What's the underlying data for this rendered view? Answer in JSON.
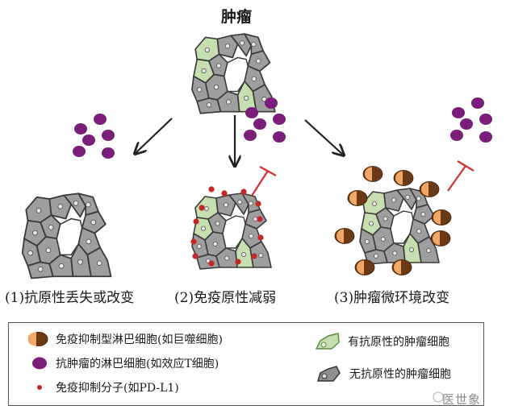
{
  "title": "肿瘤",
  "captions": [
    "(1)抗原性丢失或改变",
    "(2)免疫原性减弱",
    "(3)肿瘤微环境改变"
  ],
  "legend": {
    "items": [
      {
        "icon": "macrophage-icon",
        "label": "免疫抑制型淋巴细胞(如巨噬细胞)"
      },
      {
        "icon": "t-cell-icon",
        "label": "抗肿瘤的淋巴细胞(如效应T细胞)"
      },
      {
        "icon": "pd-l1-dot-icon",
        "label": "免疫抑制分子(如PD-L1)"
      },
      {
        "icon": "antigenic-cell-icon",
        "label": "有抗原性的肿瘤细胞"
      },
      {
        "icon": "non-antigenic-cell-icon",
        "label": "无抗原性的肿瘤细胞"
      }
    ]
  },
  "watermark": "医世象",
  "colors": {
    "gray_cell": "#9e9e9e",
    "green_cell": "#c5dfb0",
    "cell_outline": "#3a3a3a",
    "t_cell": "#7b1e7a",
    "pd_l1": "#c62828",
    "inhibit_line": "#d32f2f",
    "macrophage_dark": "#6b3a14",
    "macrophage_light": "#f2a766",
    "arrow": "#222222"
  }
}
